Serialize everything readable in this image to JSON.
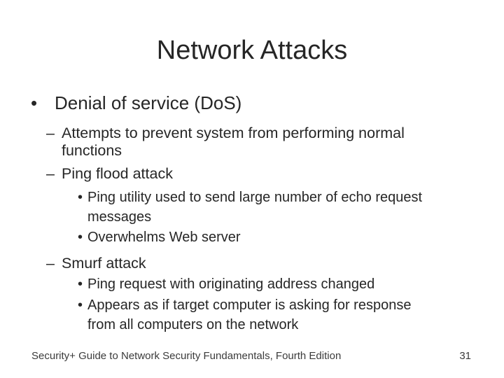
{
  "slide": {
    "title": "Network Attacks",
    "bullets": [
      {
        "level": 1,
        "marker": "•",
        "text": "Denial of service (DoS)"
      },
      {
        "level": 2,
        "marker": "–",
        "text": "Attempts to prevent system from performing normal\nfunctions"
      },
      {
        "level": 2,
        "marker": "–",
        "text": "Ping flood attack"
      },
      {
        "level": 3,
        "marker": "•",
        "text": "Ping utility used to send large number of echo request\nmessages"
      },
      {
        "level": 3,
        "marker": "•",
        "text": "Overwhelms Web server"
      },
      {
        "level": 2,
        "marker": "–",
        "text": "Smurf attack"
      },
      {
        "level": 3,
        "marker": "•",
        "text": "Ping request with originating address changed"
      },
      {
        "level": 3,
        "marker": "•",
        "text": "Appears as if target computer is asking for response\nfrom all computers on the network"
      }
    ],
    "footer": {
      "left_text": "Security+ Guide to Network Security Fundamentals, Fourth Edition",
      "page_number": "31"
    },
    "colors": {
      "background": "#ffffff",
      "body_text": "#262626",
      "footer_text": "#3b3b3b"
    }
  }
}
